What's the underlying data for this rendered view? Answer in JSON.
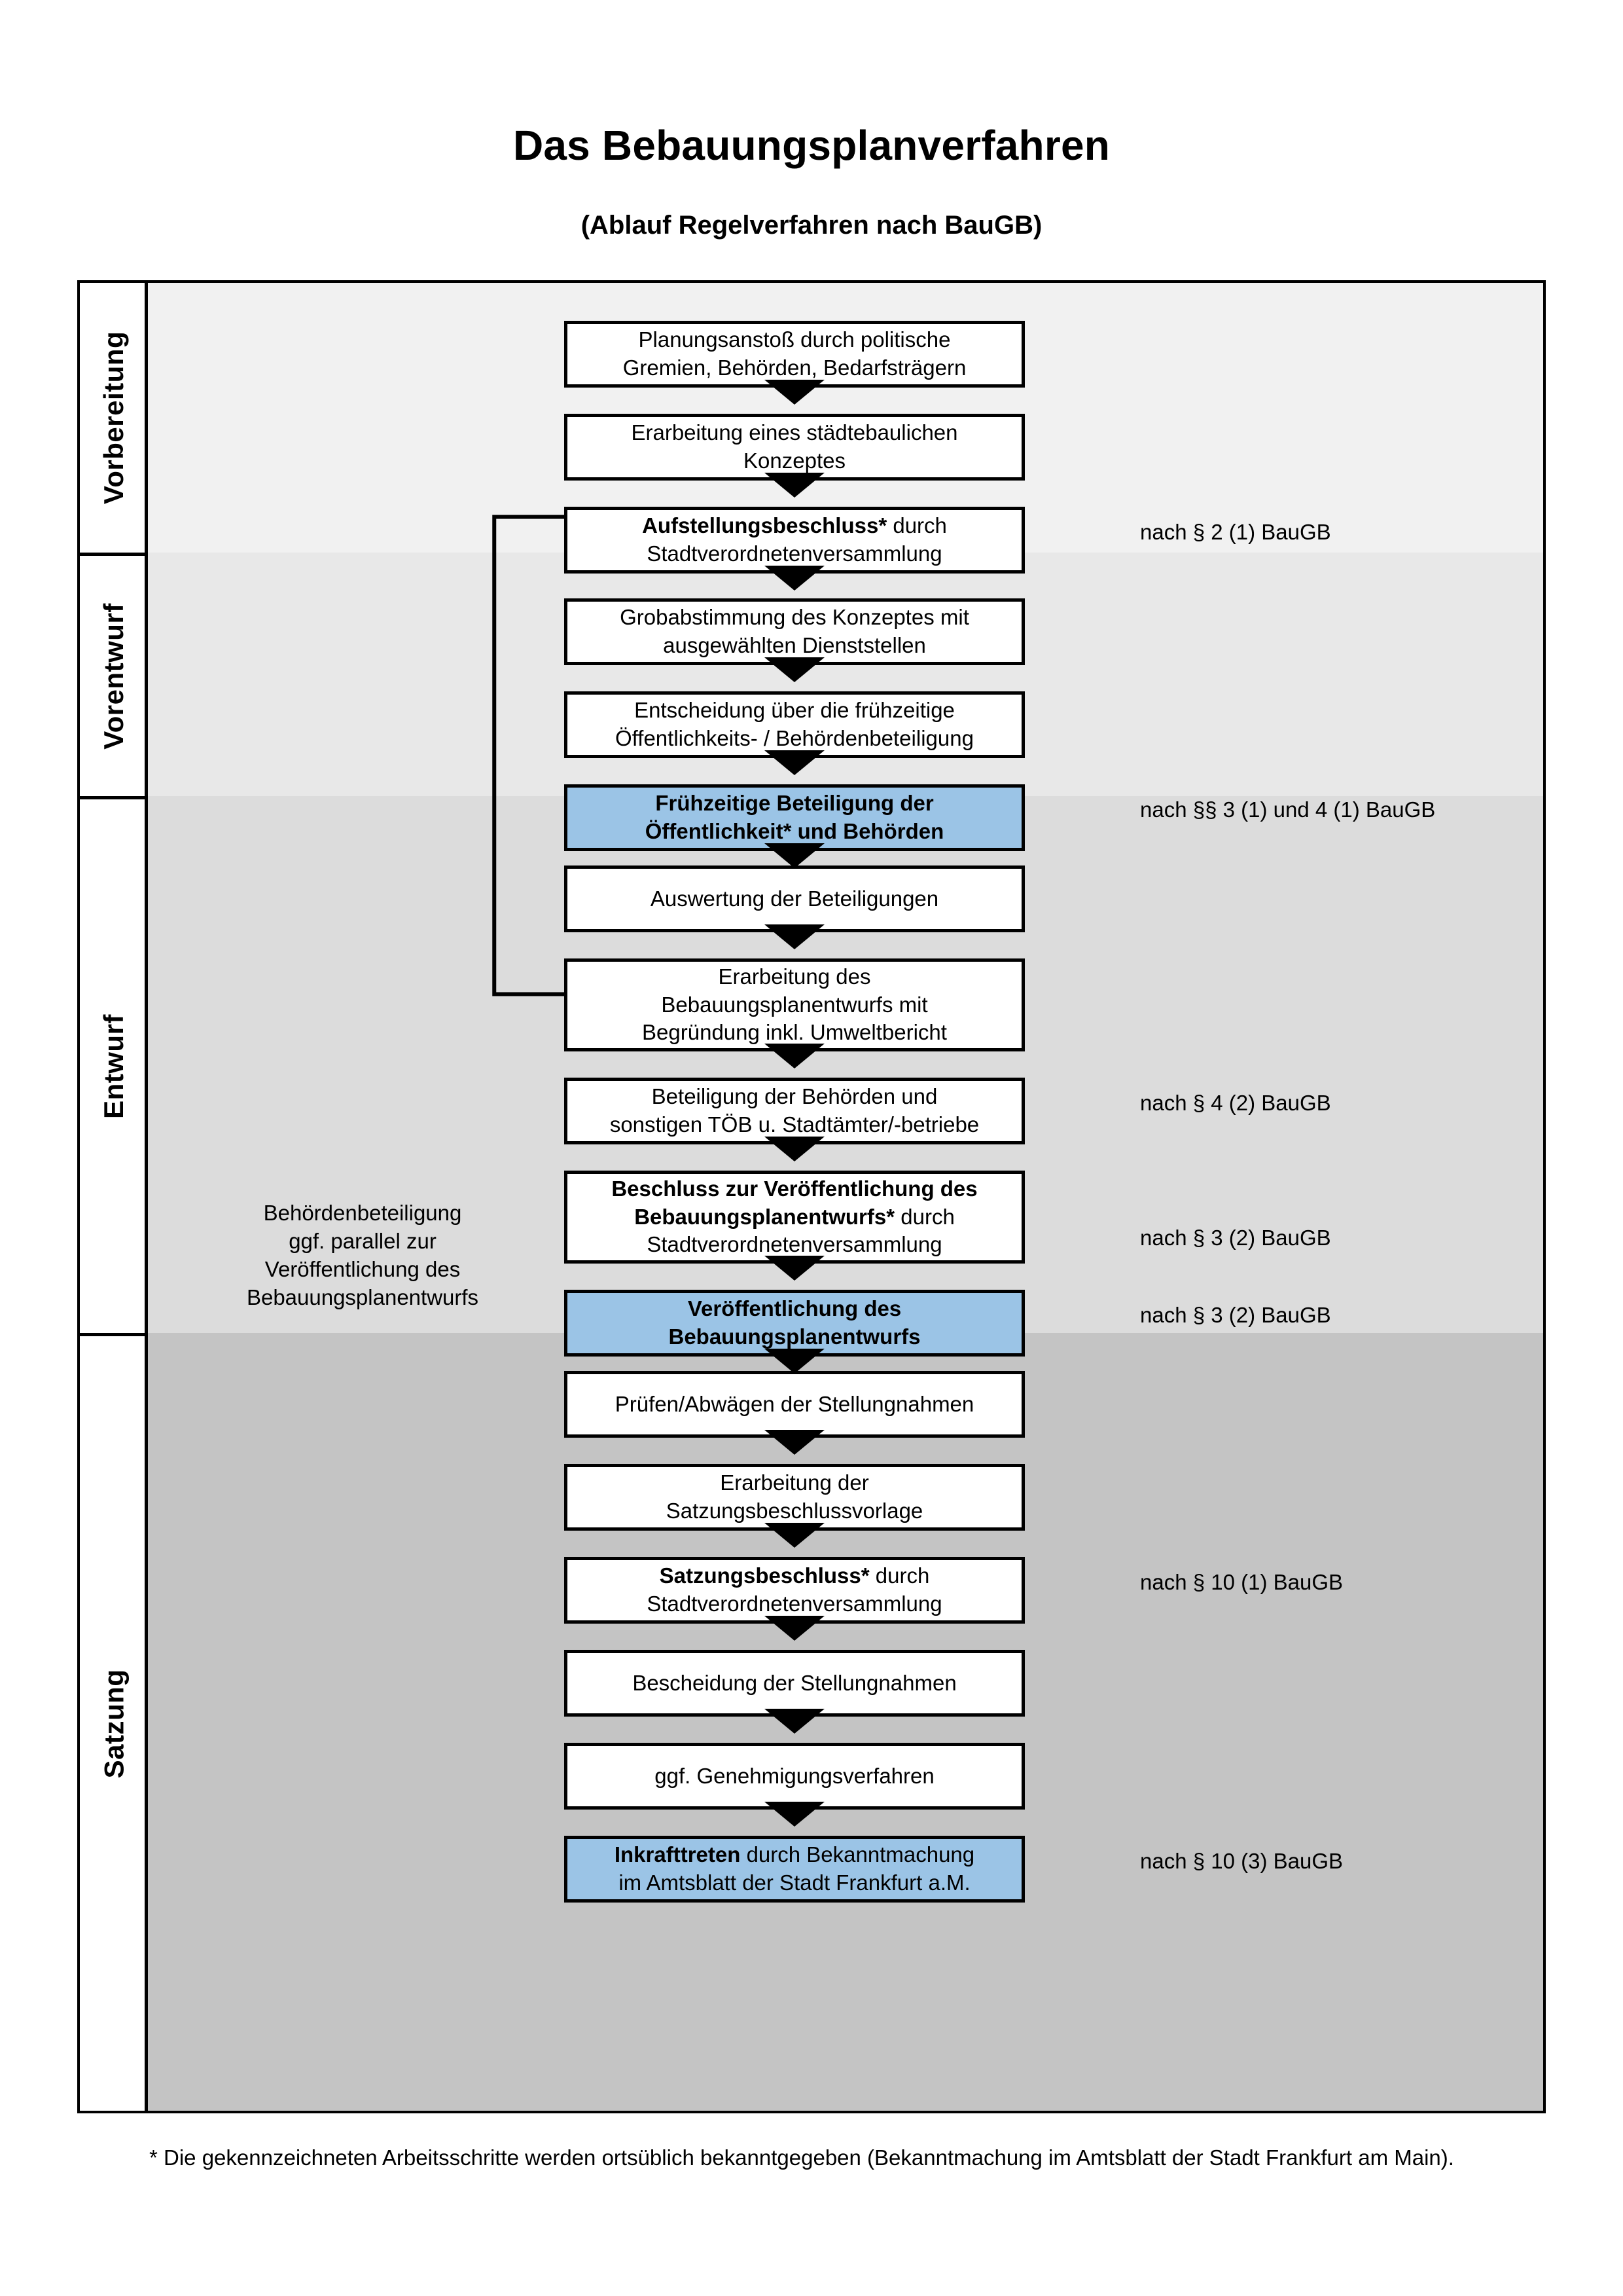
{
  "header": {
    "title": "Das Bebauungsplanverfahren",
    "subtitle": "(Ablauf Regelverfahren nach BauGB)"
  },
  "colors": {
    "highlight_blue": "#9BC4E6",
    "phase_1_bg": "#F1F1F1",
    "phase_2_bg": "#E8E8E8",
    "phase_3_bg": "#DCDCDC",
    "phase_4_bg": "#C4C4C4",
    "border": "#000000",
    "box_bg": "#FFFFFF"
  },
  "phases": [
    {
      "id": "vorbereitung",
      "label": "Vorbereitung"
    },
    {
      "id": "vorentwurf",
      "label": "Vorentwurf"
    },
    {
      "id": "entwurf",
      "label": "Entwurf"
    },
    {
      "id": "satzung",
      "label": "Satzung"
    }
  ],
  "steps": [
    {
      "id": "s1",
      "phase": "vorbereitung",
      "highlight": false,
      "lines": [
        {
          "text": "Planungsanstoß durch politische",
          "bold": false
        },
        {
          "text": "Gremien, Behörden, Bedarfsträgern",
          "bold": false
        }
      ]
    },
    {
      "id": "s2",
      "phase": "vorbereitung",
      "highlight": false,
      "lines": [
        {
          "text": "Erarbeitung eines städtebaulichen",
          "bold": false
        },
        {
          "text": "Konzeptes",
          "bold": false
        }
      ]
    },
    {
      "id": "s3",
      "phase": "vorbereitung",
      "highlight": false,
      "lines": [
        {
          "text": "Aufstellungsbeschluss*",
          "bold": true,
          "suffix": " durch"
        },
        {
          "text": "Stadtverordnetenversammlung",
          "bold": false
        }
      ]
    },
    {
      "id": "s4",
      "phase": "vorentwurf",
      "highlight": false,
      "lines": [
        {
          "text": "Grobabstimmung des Konzeptes mit",
          "bold": false
        },
        {
          "text": "ausgewählten Dienststellen",
          "bold": false
        }
      ]
    },
    {
      "id": "s5",
      "phase": "vorentwurf",
      "highlight": false,
      "lines": [
        {
          "text": "Entscheidung über die frühzeitige",
          "bold": false
        },
        {
          "text": "Öffentlichkeits- / Behördenbeteiligung",
          "bold": false
        }
      ]
    },
    {
      "id": "s6",
      "phase": "vorentwurf",
      "highlight": true,
      "lines": [
        {
          "text": "Frühzeitige Beteiligung der",
          "bold": true
        },
        {
          "text": "Öffentlichkeit* und Behörden",
          "bold": true
        }
      ]
    },
    {
      "id": "s7",
      "phase": "entwurf",
      "highlight": false,
      "lines": [
        {
          "text": "Auswertung der Beteiligungen",
          "bold": false
        }
      ]
    },
    {
      "id": "s8",
      "phase": "entwurf",
      "highlight": false,
      "lines": [
        {
          "text": "Erarbeitung des",
          "bold": false
        },
        {
          "text": "Bebauungsplanentwurfs mit",
          "bold": false
        },
        {
          "text": "Begründung inkl. Umweltbericht",
          "bold": false
        }
      ]
    },
    {
      "id": "s9",
      "phase": "entwurf",
      "highlight": false,
      "lines": [
        {
          "text": "Beteiligung der Behörden und",
          "bold": false
        },
        {
          "text": "sonstigen TÖB u. Stadtämter/-betriebe",
          "bold": false
        }
      ]
    },
    {
      "id": "s10",
      "phase": "entwurf",
      "highlight": false,
      "lines": [
        {
          "text": "Beschluss zur Veröffentlichung des",
          "bold": true
        },
        {
          "text": "Bebauungsplanentwurfs*",
          "bold": true,
          "suffix": " durch"
        },
        {
          "text": "Stadtverordnetenversammlung",
          "bold": false
        }
      ]
    },
    {
      "id": "s11",
      "phase": "entwurf",
      "highlight": true,
      "lines": [
        {
          "text": "Veröffentlichung des",
          "bold": true
        },
        {
          "text": "Bebauungsplanentwurfs",
          "bold": true
        }
      ]
    },
    {
      "id": "s12",
      "phase": "satzung",
      "highlight": false,
      "lines": [
        {
          "text": "Prüfen/Abwägen der Stellungnahmen",
          "bold": false
        }
      ]
    },
    {
      "id": "s13",
      "phase": "satzung",
      "highlight": false,
      "lines": [
        {
          "text": "Erarbeitung der",
          "bold": false
        },
        {
          "text": "Satzungsbeschlussvorlage",
          "bold": false
        }
      ]
    },
    {
      "id": "s14",
      "phase": "satzung",
      "highlight": false,
      "lines": [
        {
          "text": "Satzungsbeschluss*",
          "bold": true,
          "suffix": " durch"
        },
        {
          "text": "Stadtverordnetenversammlung",
          "bold": false
        }
      ]
    },
    {
      "id": "s15",
      "phase": "satzung",
      "highlight": false,
      "lines": [
        {
          "text": "Bescheidung der Stellungnahmen",
          "bold": false
        }
      ]
    },
    {
      "id": "s16",
      "phase": "satzung",
      "highlight": false,
      "lines": [
        {
          "text": "ggf. Genehmigungsverfahren",
          "bold": false
        }
      ]
    },
    {
      "id": "s17",
      "phase": "satzung",
      "highlight": true,
      "lines": [
        {
          "text": "Inkrafttreten",
          "bold": true,
          "suffix": " durch Bekanntmachung"
        },
        {
          "text": "im Amtsblatt der Stadt Frankfurt a.M.",
          "bold": false
        }
      ]
    }
  ],
  "annotations": [
    {
      "id": "a1",
      "text": "nach § 2 (1) BauGB",
      "for_step": "s3"
    },
    {
      "id": "a2",
      "text": "nach §§ 3 (1) und 4 (1) BauGB",
      "for_step": "s6"
    },
    {
      "id": "a3",
      "text": "nach § 4 (2) BauGB",
      "for_step": "s9"
    },
    {
      "id": "a4",
      "text": "nach § 3 (2) BauGB",
      "for_step": "s10"
    },
    {
      "id": "a5",
      "text": "nach § 3 (2) BauGB",
      "for_step": "s11"
    },
    {
      "id": "a6",
      "text": "nach § 10 (1) BauGB",
      "for_step": "s14"
    },
    {
      "id": "a7",
      "text": "nach § 10 (3) BauGB",
      "for_step": "s17"
    }
  ],
  "side_note": {
    "lines": [
      "Behördenbeteiligung",
      "ggf. parallel zur",
      "Veröffentlichung des",
      "Bebauungsplanentwurfs"
    ]
  },
  "footnote": {
    "text": "* Die gekennzeichneten Arbeitsschritte werden ortsüblich bekanntgegeben (Bekanntmachung im Amtsblatt  der Stadt Frankfurt am Main)."
  }
}
